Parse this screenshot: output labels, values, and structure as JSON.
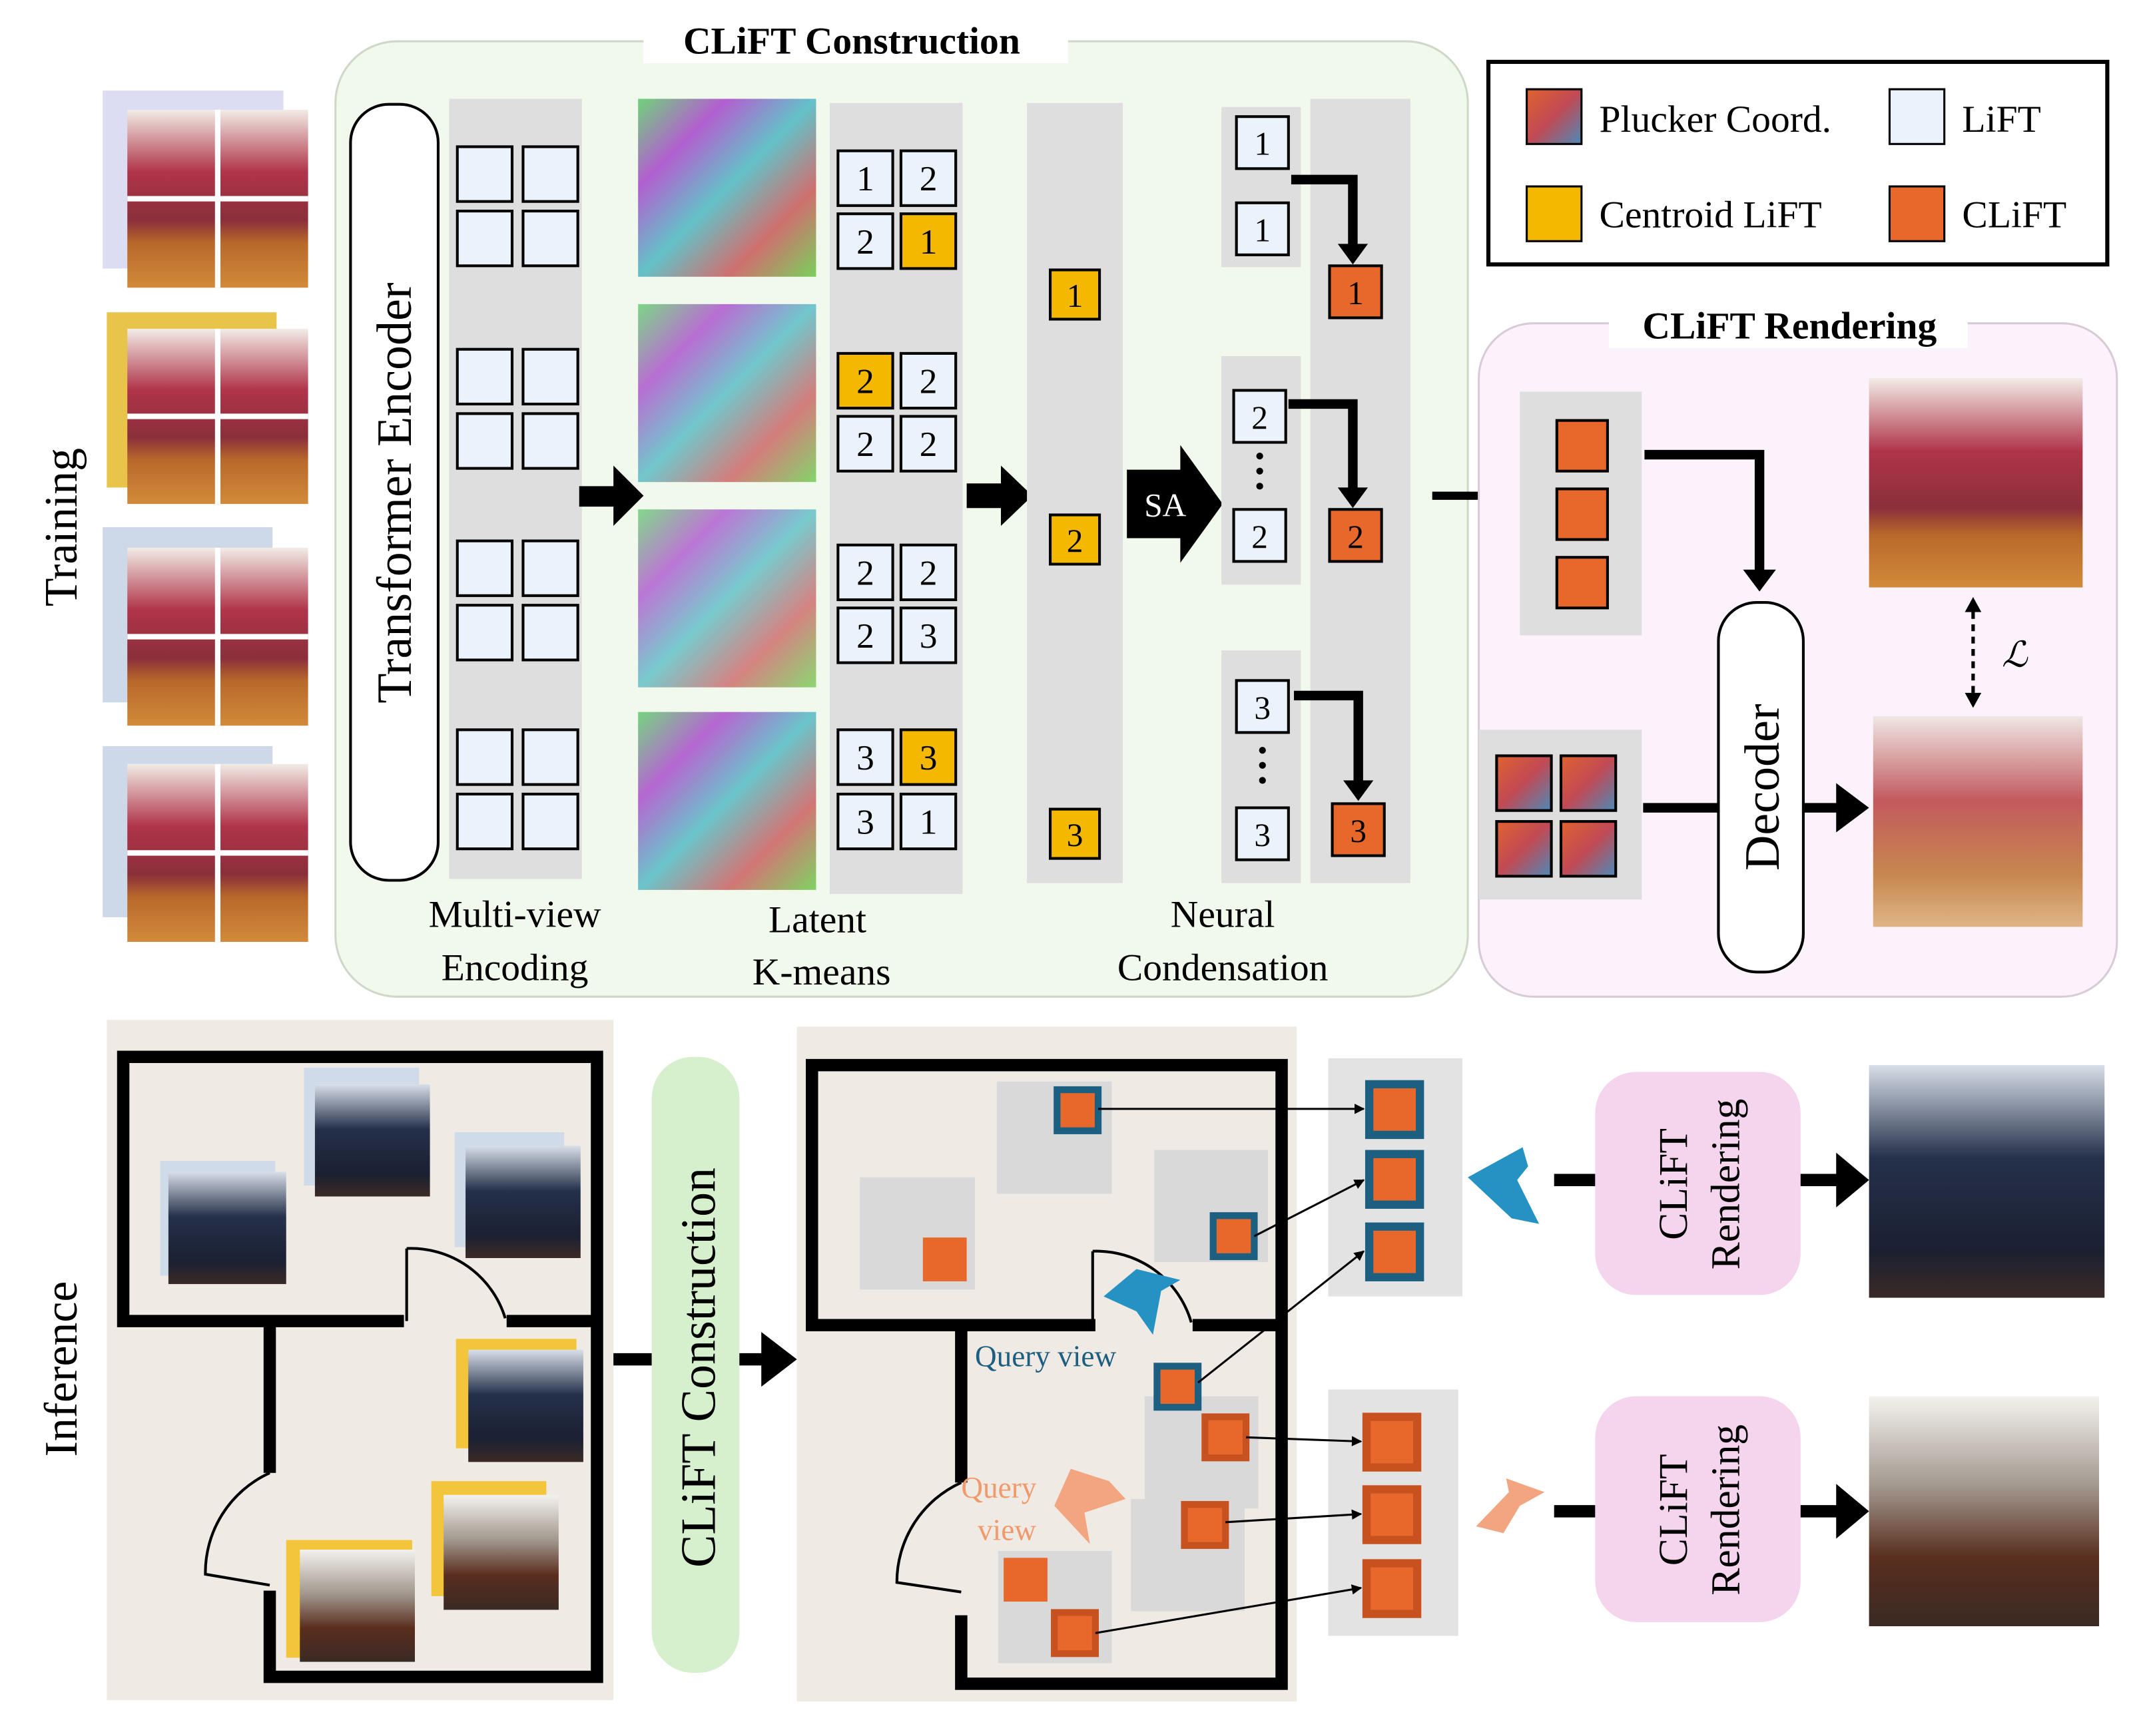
{
  "labels": {
    "training": "Training",
    "inference": "Inference",
    "construction_title": "CLiFT Construction",
    "rendering_title": "CLiFT Rendering",
    "transformer_encoder": "Transformer Encoder",
    "multiview_1": "Multi-view",
    "multiview_2": "Encoding",
    "kmeans_1": "Latent",
    "kmeans_2": "K-means",
    "condensation_1": "Neural",
    "condensation_2": "Condensation",
    "sa": "SA",
    "decoder": "Decoder",
    "loss": "ℒ",
    "construction_block": "CLiFT Construction",
    "rendering_block_1": "CLiFT",
    "rendering_block_2": "Rendering",
    "query_blue": "Query view",
    "query_orange_1": "Query",
    "query_orange_2": "view"
  },
  "legend": {
    "plucker": "Plucker Coord.",
    "lift": "LiFT",
    "centroid": "Centroid LiFT",
    "clift": "CLiFT"
  },
  "kmeans": {
    "tokens": [
      "1",
      "2",
      "2",
      "1",
      "2",
      "2",
      "2",
      "2",
      "2",
      "2",
      "2",
      "3",
      "3",
      "3",
      "3",
      "1"
    ]
  },
  "centroids": [
    "1",
    "2",
    "3"
  ],
  "condensation": {
    "inputs": [
      "1",
      "1",
      "2",
      "2",
      "3",
      "3"
    ],
    "outputs": [
      "1",
      "2",
      "3"
    ]
  },
  "colors": {
    "lift": "#eaf3fb",
    "centroid_lift": "#f5b800",
    "clift": "#e8682c",
    "construction_panel": "#f1f8ec",
    "rendering_panel": "#fbf2fb",
    "query_blue": "#1d5f80",
    "query_orange": "#f09a6c",
    "construction_block": "#d6f0cd",
    "rendering_block": "#f5d4ee"
  }
}
